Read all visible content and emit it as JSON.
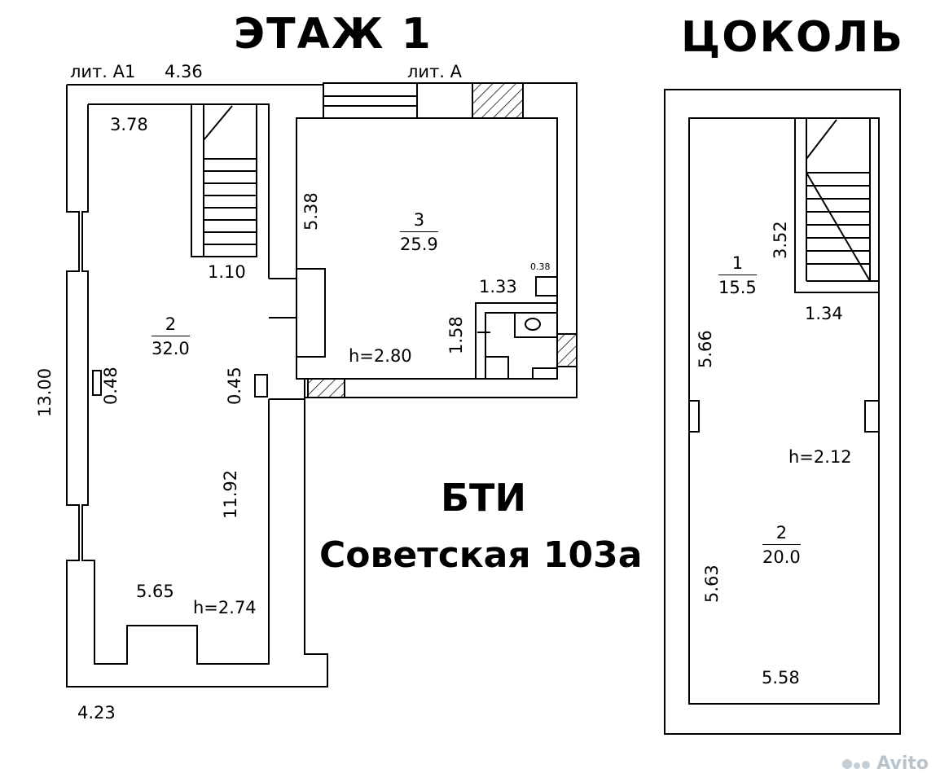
{
  "headings": {
    "floor1": "ЭТАЖ 1",
    "basement": "ЦОКОЛЬ"
  },
  "center": {
    "line1": "БТИ",
    "line2": "Советская 103а"
  },
  "floor1": {
    "lit_a1": "лит. А1",
    "lit_a": "лит. А",
    "dims": {
      "d436": "4.36",
      "d378": "3.78",
      "d538": "5.38",
      "d110": "1.10",
      "d1300": "13.00",
      "d048": "0.48",
      "d045": "0.45",
      "d1192": "11.92",
      "d565": "5.65",
      "d423": "4.23",
      "d133": "1.33",
      "d038": "0.38",
      "d158": "1.58"
    },
    "heights": {
      "room2": "h=2.74",
      "room3": "h=2.80"
    },
    "rooms": [
      {
        "number": "2",
        "area": "32.0"
      },
      {
        "number": "3",
        "area": "25.9"
      }
    ]
  },
  "basement": {
    "dims": {
      "d352": "3.52",
      "d134": "1.34",
      "d566": "5.66",
      "d563": "5.63",
      "d558": "5.58"
    },
    "height": "h=2.12",
    "rooms": [
      {
        "number": "1",
        "area": "15.5"
      },
      {
        "number": "2",
        "area": "20.0"
      }
    ]
  },
  "watermark": "Avito"
}
